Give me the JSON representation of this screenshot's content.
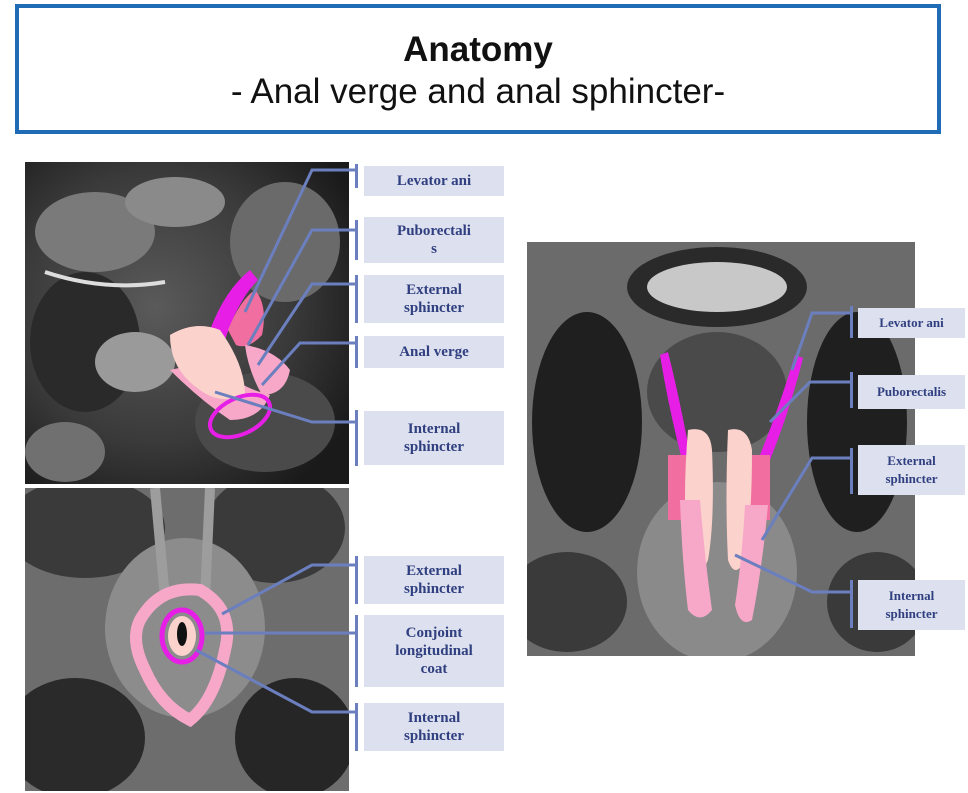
{
  "title": {
    "main": "Anatomy",
    "sub": "- Anal verge and anal sphincter-"
  },
  "panel_sagittal": {
    "labels": [
      {
        "id": "levator",
        "text": "Levator ani"
      },
      {
        "id": "puborectalis",
        "text": "Puborectali s"
      },
      {
        "id": "external",
        "text": "External sphincter"
      },
      {
        "id": "verge",
        "text": "Anal verge"
      },
      {
        "id": "internal",
        "text": "Internal sphincter"
      }
    ]
  },
  "panel_axial": {
    "labels": [
      {
        "id": "external",
        "text": "External sphincter"
      },
      {
        "id": "conjoint",
        "text": "Conjoint longitudinal coat"
      },
      {
        "id": "internal",
        "text": "Internal sphincter"
      }
    ]
  },
  "panel_coronal": {
    "labels": [
      {
        "id": "levator",
        "text": "Levator ani"
      },
      {
        "id": "puborectalis",
        "text": "Puborectalis"
      },
      {
        "id": "external",
        "text": "External sphincter"
      },
      {
        "id": "internal",
        "text": "Internal sphincter"
      }
    ]
  },
  "colors": {
    "frame_blue": "#1f6bb5",
    "leader_line": "#6b7fbf",
    "label_bg": "#dde0ee",
    "label_text": "#2f3f80",
    "levator_magenta": "#e61ee6",
    "external_pink": "#f06ea0",
    "light_pink": "#f7a8c8",
    "internal_peach": "#fbd3cc"
  }
}
